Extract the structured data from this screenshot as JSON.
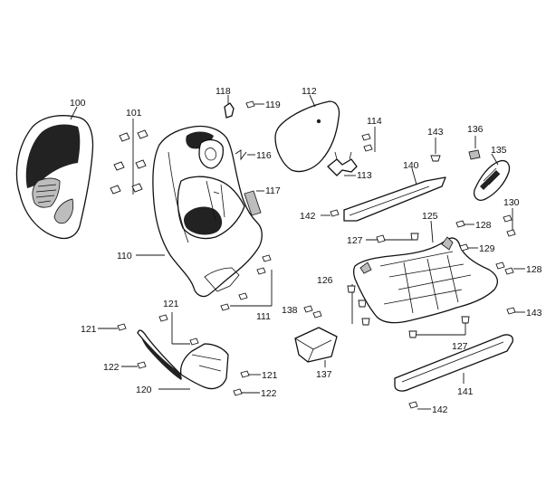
{
  "labels": {
    "p100": "100",
    "p101": "101",
    "p118": "118",
    "p119": "119",
    "p112": "112",
    "p116": "116",
    "p113": "113",
    "p117": "117",
    "p114": "114",
    "p143a": "143",
    "p136": "136",
    "p135": "135",
    "p140": "140",
    "p130": "130",
    "p142a": "142",
    "p125": "125",
    "p128a": "128",
    "p127a": "127",
    "p129": "129",
    "p128b": "128",
    "p110": "110",
    "p126": "126",
    "p143b": "143",
    "p121a": "121",
    "p121b": "121",
    "p111": "111",
    "p138": "138",
    "p127b": "127",
    "p122a": "122",
    "p121c": "121",
    "p137": "137",
    "p141": "141",
    "p120": "120",
    "p122b": "122",
    "p142b": "142"
  }
}
